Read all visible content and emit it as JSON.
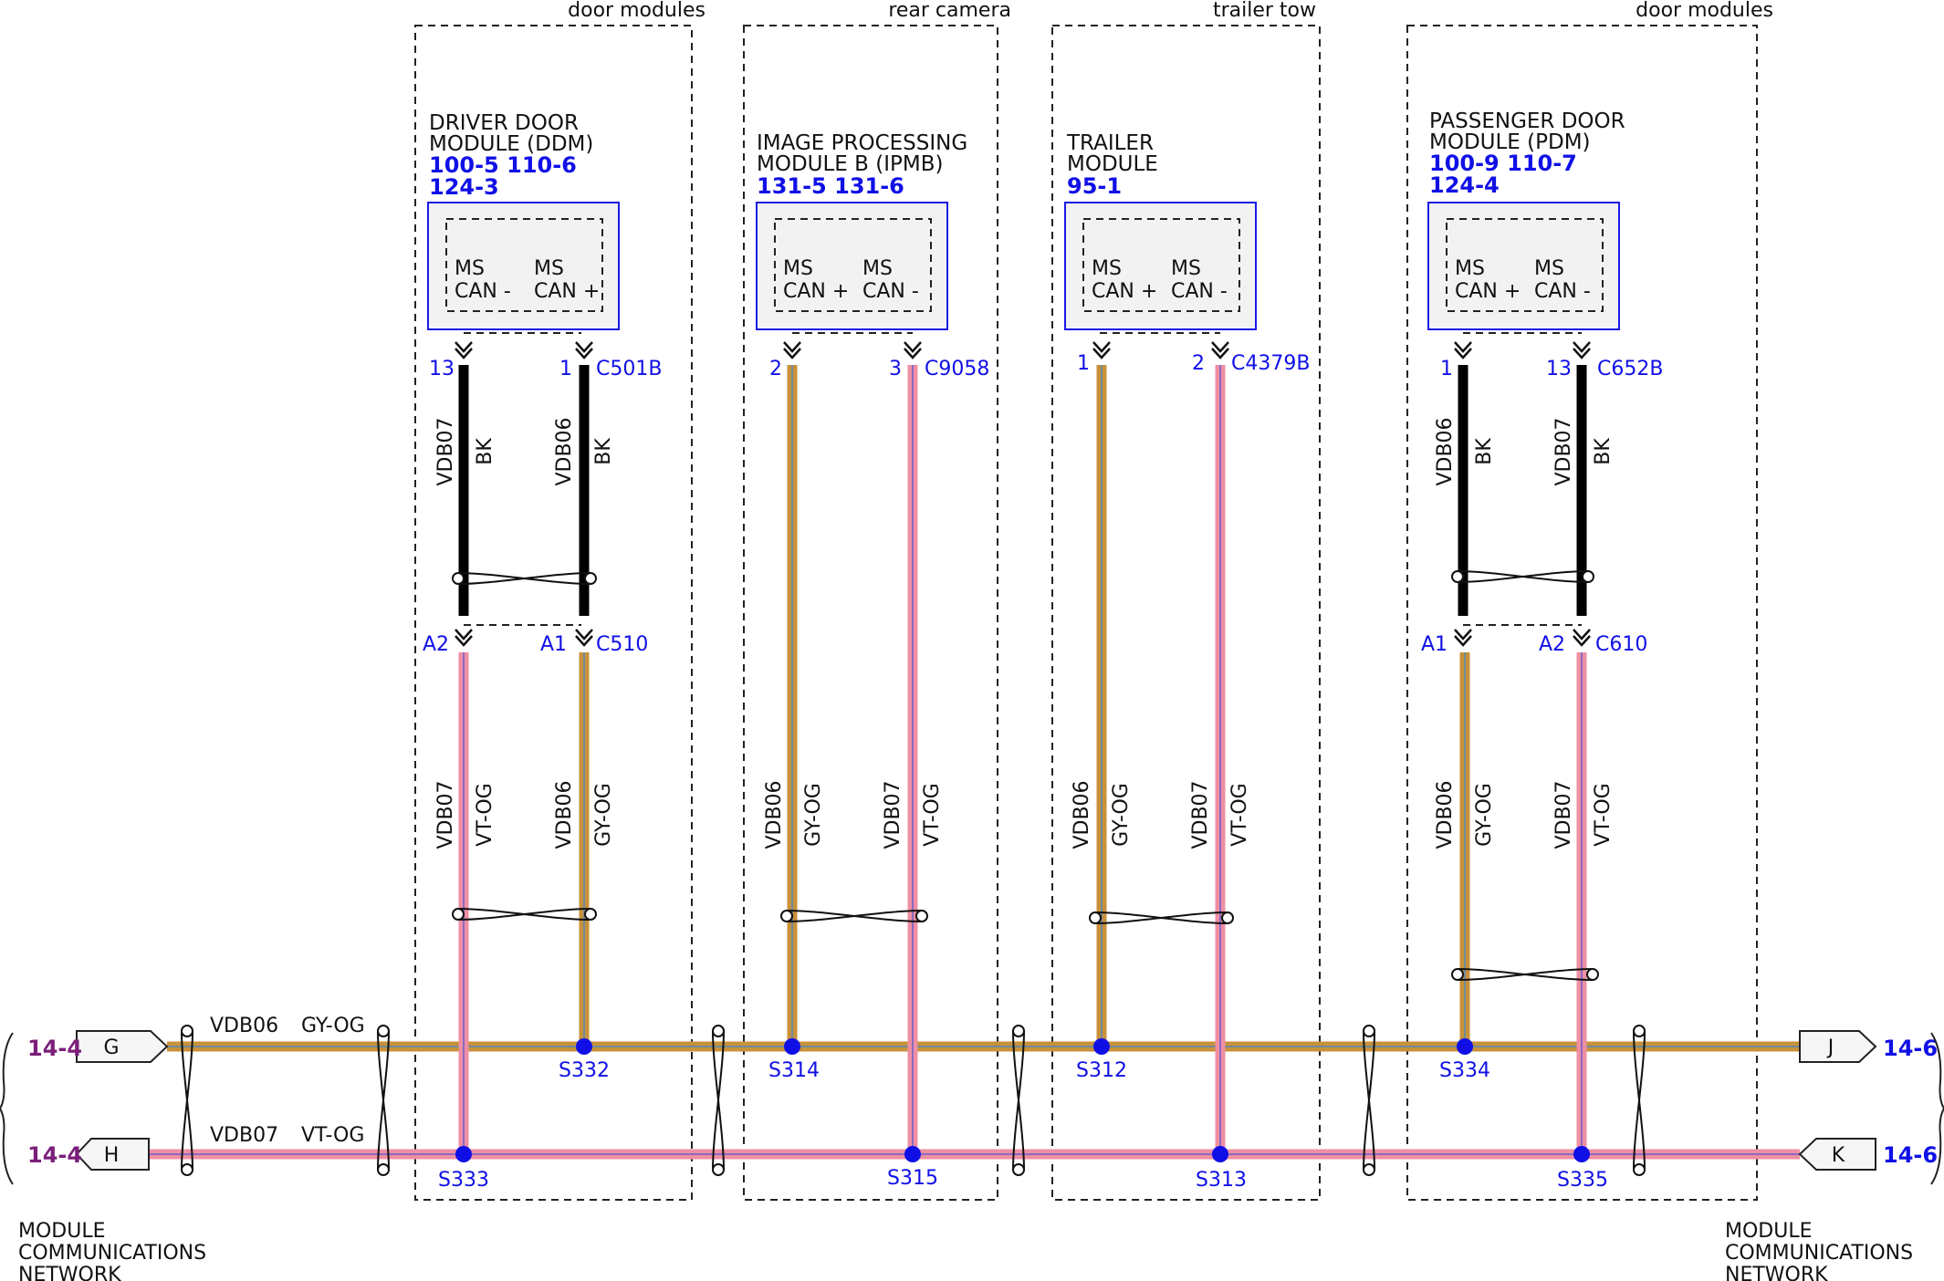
{
  "zones": [
    {
      "label": "door modules"
    },
    {
      "label": "rear camera"
    },
    {
      "label": "trailer tow"
    },
    {
      "label": "door modules"
    }
  ],
  "modules": [
    {
      "name_lines": [
        "DRIVER DOOR",
        "MODULE (DDM)"
      ],
      "refs": [
        "100-5  110-6",
        "124-3"
      ],
      "pin_a_label": [
        "MS",
        "CAN -"
      ],
      "pin_b_label": [
        "MS",
        "CAN +"
      ],
      "pin_a": "13",
      "pin_b": "1",
      "connector": "C501B"
    },
    {
      "name_lines": [
        "IMAGE PROCESSING",
        "MODULE B (IPMB)"
      ],
      "refs": [
        "131-5 131-6"
      ],
      "pin_a_label": [
        "MS",
        "CAN +"
      ],
      "pin_b_label": [
        "MS",
        "CAN -"
      ],
      "pin_a": "2",
      "pin_b": "3",
      "connector": "C9058"
    },
    {
      "name_lines": [
        "TRAILER",
        "MODULE"
      ],
      "refs": [
        "95-1"
      ],
      "pin_a_label": [
        "MS",
        "CAN +"
      ],
      "pin_b_label": [
        "MS",
        "CAN -"
      ],
      "pin_a": "1",
      "pin_b": "2",
      "connector": "C4379B"
    },
    {
      "name_lines": [
        "PASSENGER DOOR",
        "MODULE (PDM)"
      ],
      "refs": [
        "100-9  110-7",
        "124-4"
      ],
      "pin_a_label": [
        "MS",
        "CAN +"
      ],
      "pin_b_label": [
        "MS",
        "CAN -"
      ],
      "pin_a": "1",
      "pin_b": "13",
      "connector": "C652B"
    }
  ],
  "upper_wires": [
    {
      "circuit": "VDB07",
      "color": "BK"
    },
    {
      "circuit": "VDB06",
      "color": "BK"
    },
    {
      "circuit": "VDB06",
      "color": "BK"
    },
    {
      "circuit": "VDB07",
      "color": "BK"
    }
  ],
  "inline_connectors": [
    {
      "pin_a": "A2",
      "pin_b": "A1",
      "connector": "C510"
    },
    {
      "pin_a": "A1",
      "pin_b": "A2",
      "connector": "C610"
    }
  ],
  "lower_wires": [
    {
      "circuit": "VDB07",
      "color": "VT-OG"
    },
    {
      "circuit": "VDB06",
      "color": "GY-OG"
    },
    {
      "circuit": "VDB06",
      "color": "GY-OG"
    },
    {
      "circuit": "VDB07",
      "color": "VT-OG"
    },
    {
      "circuit": "VDB06",
      "color": "GY-OG"
    },
    {
      "circuit": "VDB07",
      "color": "VT-OG"
    },
    {
      "circuit": "VDB06",
      "color": "GY-OG"
    },
    {
      "circuit": "VDB07",
      "color": "VT-OG"
    }
  ],
  "bus": {
    "top": {
      "circuit": "VDB06",
      "color": "GY-OG",
      "left_tab": "G",
      "right_tab": "J"
    },
    "bottom": {
      "circuit": "VDB07",
      "color": "VT-OG",
      "left_tab": "H",
      "right_tab": "K"
    }
  },
  "splices": [
    "S332",
    "S314",
    "S312",
    "S334",
    "S333",
    "S315",
    "S313",
    "S335"
  ],
  "page_refs": {
    "left_top": "14-4",
    "left_bottom": "14-4",
    "right_top": "14-6",
    "right_bottom": "14-6"
  },
  "network_label": {
    "left": [
      "MODULE",
      "COMMUNICATIONS",
      "NETWORK"
    ],
    "right": [
      "MODULE",
      "COMMUNICATIONS",
      "NETWORK"
    ]
  },
  "colors": {
    "gy_og": "#c9913a",
    "gy_og_center": "#6f8c9c",
    "vt_og": "#ef8fa3",
    "vt_og_center": "#8a6bc2",
    "bk": "#000000",
    "module_border": "#1a1ae6",
    "module_fill": "#f2f2f2",
    "splice": "#1010e6"
  }
}
